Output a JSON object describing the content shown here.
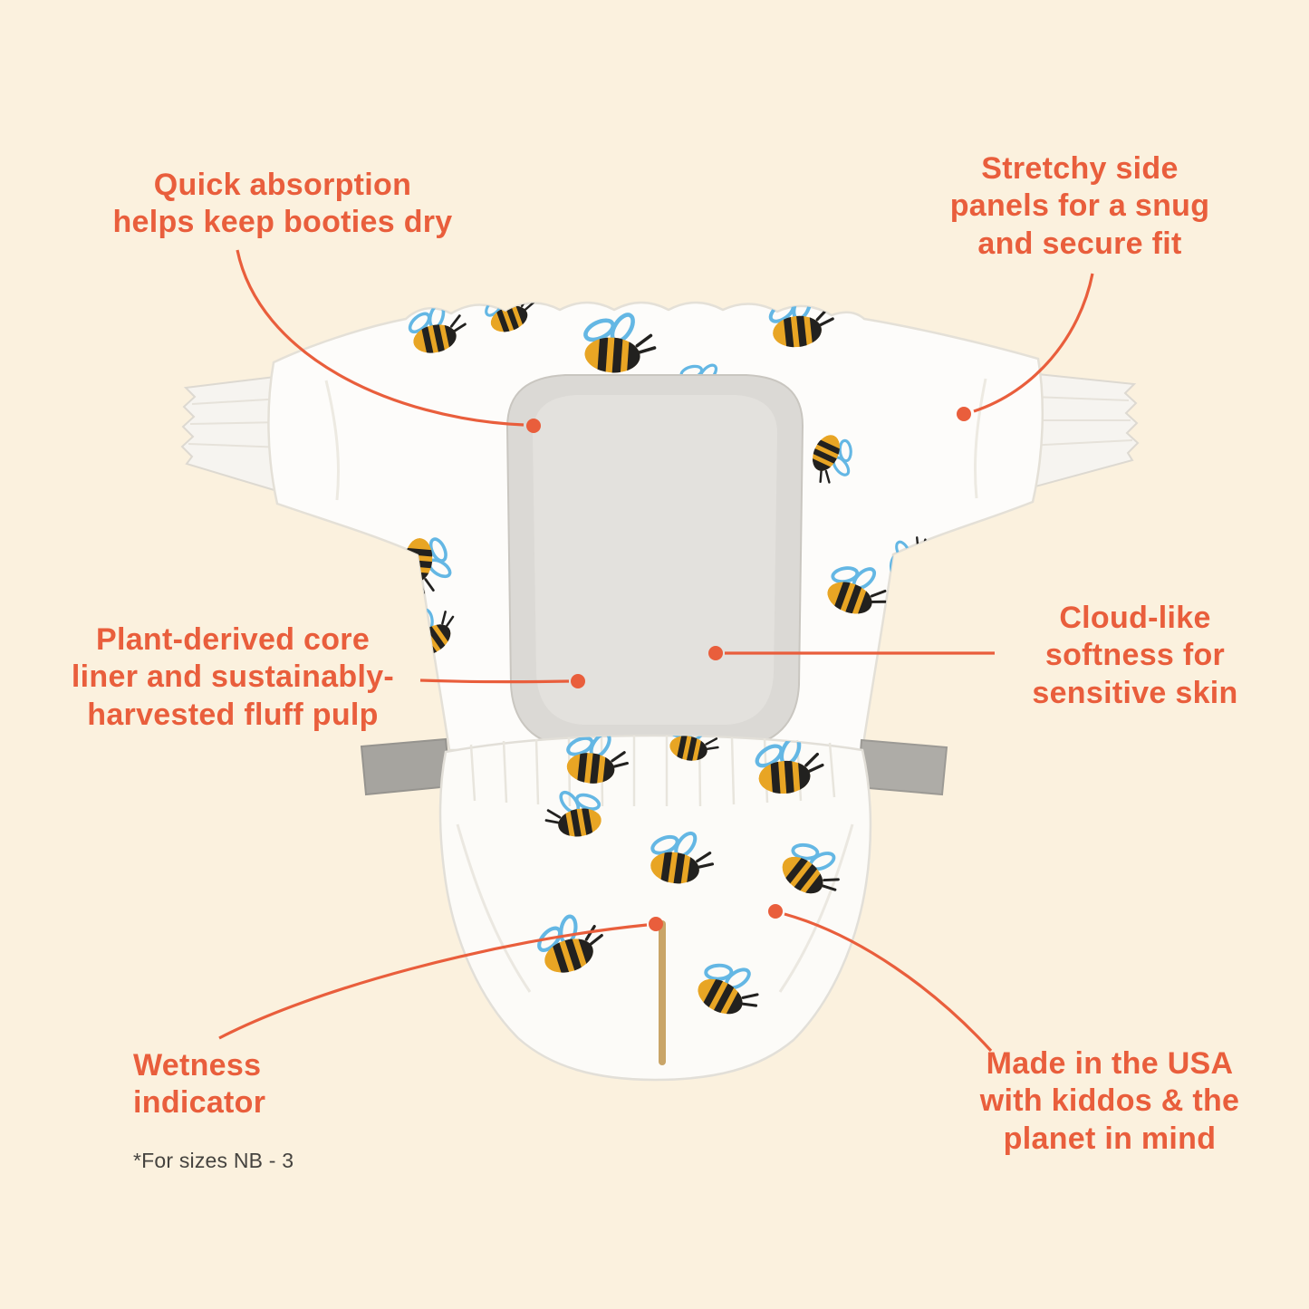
{
  "colors": {
    "background": "#fbf1de",
    "accent": "#e95e3c",
    "note_text": "#45433f",
    "bee_yellow": "#e8a524",
    "bee_black": "#22211f",
    "wing_blue": "#64b7e4",
    "pad_gray": "#dbd9d5",
    "tab_gray": "#a6a49f",
    "wetness_line": "#c9a568",
    "diaper_white": "#fdfcfa"
  },
  "callouts": {
    "quick_absorption": {
      "lines": [
        "Quick absorption",
        "helps keep booties dry"
      ]
    },
    "stretchy_panels": {
      "lines": [
        "Stretchy side",
        "panels for a snug",
        "and secure fit"
      ]
    },
    "core_liner": {
      "lines": [
        "Plant-derived core",
        "liner and sustainably-",
        "harvested fluff pulp"
      ]
    },
    "cloud_softness": {
      "lines": [
        "Cloud-like",
        "softness for",
        "sensitive skin"
      ]
    },
    "wetness_indicator": {
      "lines": [
        "Wetness",
        "indicator"
      ],
      "note": "*For sizes NB - 3"
    },
    "made_in_usa": {
      "lines": [
        "Made in the USA",
        "with kiddos & the",
        "planet in mind"
      ]
    }
  }
}
